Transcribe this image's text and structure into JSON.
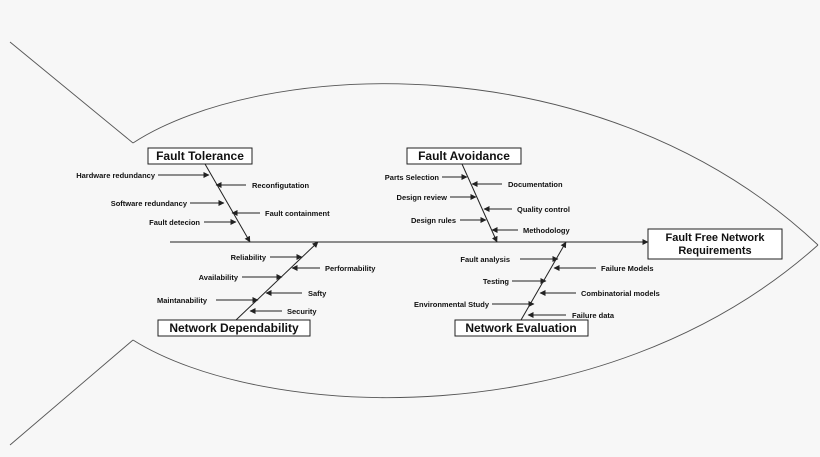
{
  "head": {
    "line1": "Fault Free Network",
    "line2": "Requirements"
  },
  "categories": {
    "fault_tolerance": {
      "title": "Fault Tolerance",
      "causes": [
        "Hardware redundancy",
        "Reconfigutation",
        "Software redundancy",
        "Fault containment",
        "Fault detecion"
      ]
    },
    "fault_avoidance": {
      "title": "Fault Avoidance",
      "causes": [
        "Parts Selection",
        "Documentation",
        "Design review",
        "Quality control",
        "Design rules",
        "Methodology"
      ]
    },
    "network_dependability": {
      "title": "Network Dependability",
      "causes": [
        "Reliability",
        "Performability",
        "Availability",
        "Safty",
        "Maintanability",
        "Security"
      ]
    },
    "network_evaluation": {
      "title": "Network Evaluation",
      "causes": [
        "Fault analysis",
        "Failure Models",
        "Testing",
        "Combinatorial models",
        "Environmental Study",
        "Failure data"
      ]
    }
  }
}
